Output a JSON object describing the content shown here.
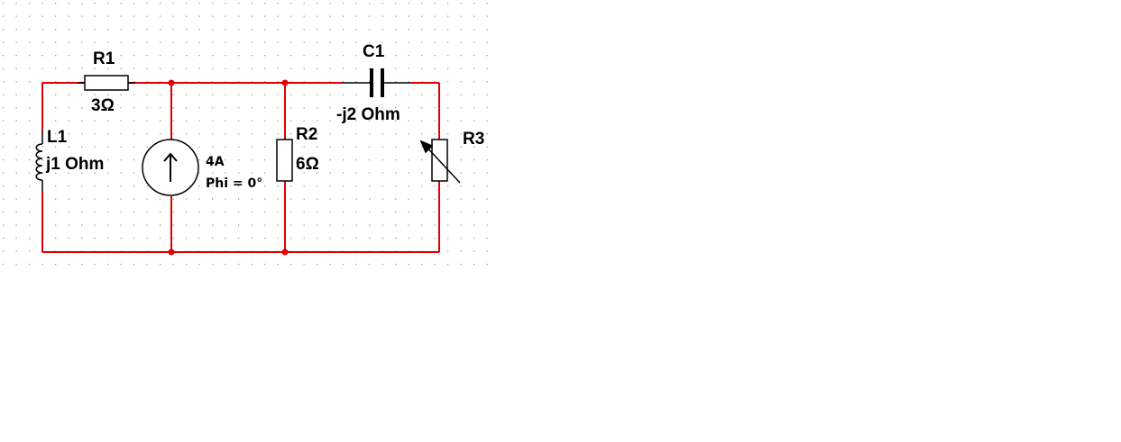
{
  "colors": {
    "wire": "#e00000",
    "component": "#000000",
    "grid_dot": "#9a9a9a",
    "background": "#ffffff"
  },
  "components": {
    "r1": {
      "name": "R1",
      "value": "3Ω"
    },
    "c1": {
      "name": "C1",
      "value": "-j2 Ohm"
    },
    "l1": {
      "name": "L1",
      "value": "j1 Ohm"
    },
    "source": {
      "value": "4A",
      "phase": "Phi = 0°"
    },
    "r2": {
      "name": "R2",
      "value": "6Ω"
    },
    "r3": {
      "name": "R3"
    }
  }
}
